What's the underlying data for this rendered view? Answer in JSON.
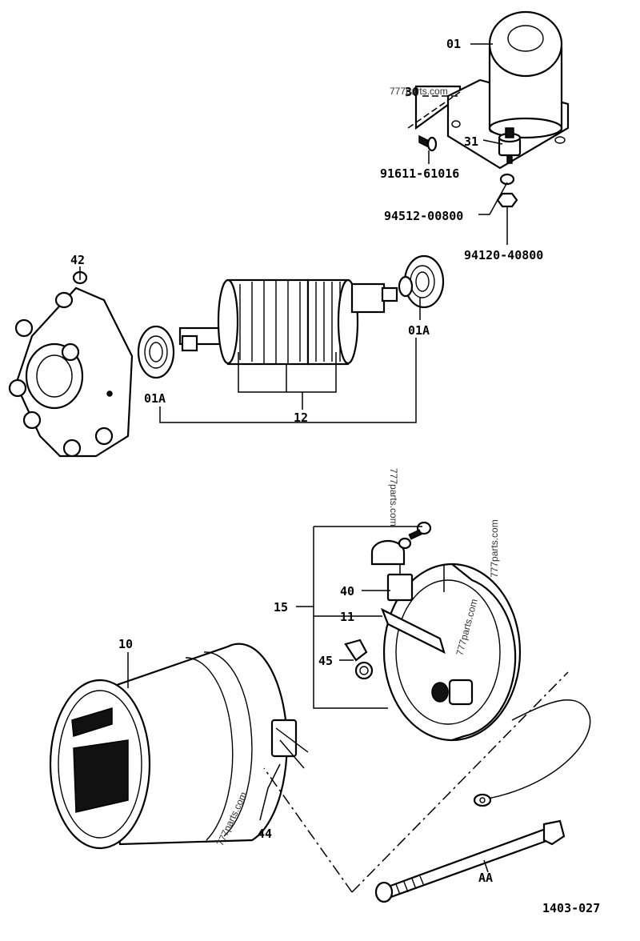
{
  "callouts": {
    "p01": "01",
    "p30": "30",
    "p31": "31",
    "bolt": "91611-61016",
    "washer": "94512-00800",
    "nut": "94120-40800",
    "p42": "42",
    "p01a_right": "01A",
    "p01a_left": "01A",
    "p12": "12",
    "p15": "15",
    "p40": "40",
    "p11": "11",
    "p45": "45",
    "p10": "10",
    "p44": "44",
    "paa": "AA"
  },
  "diagram_code": "1403-027",
  "watermarks": {
    "w1": "777parts.com",
    "w2": "777parts.com",
    "w3": "777parts.com",
    "w4": "777parts.com",
    "w5": "777parts.com"
  }
}
